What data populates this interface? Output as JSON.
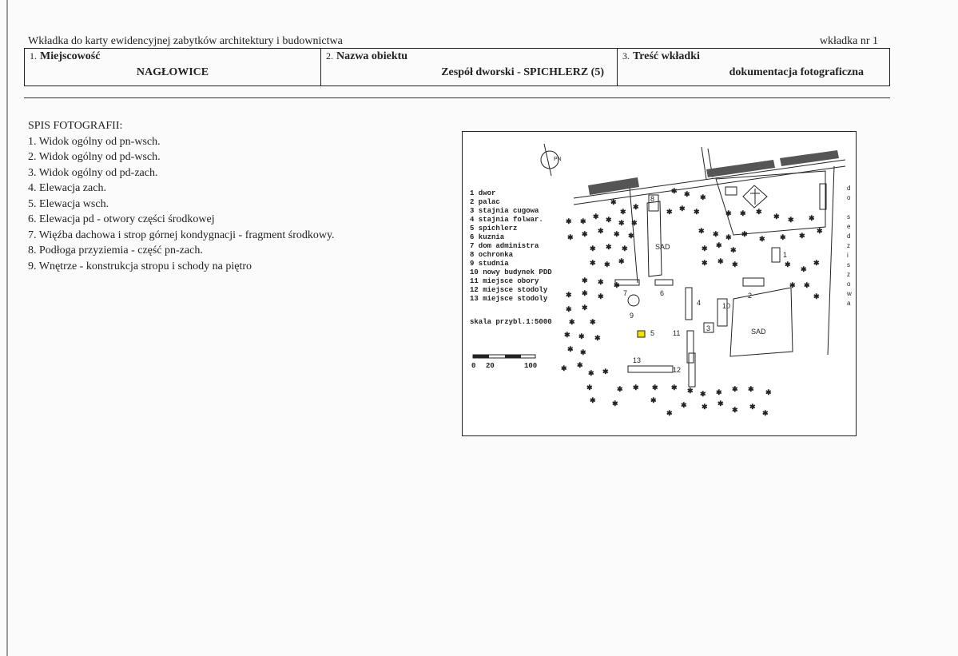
{
  "header": {
    "left": "Wkładka do karty ewidencyjnej  zabytków architektury i budownictwa",
    "right": "wkładka nr 1"
  },
  "fields": [
    {
      "num": "1.",
      "label": "Miejscowość",
      "value": "NAGŁOWICE"
    },
    {
      "num": "2.",
      "label": "Nazwa obiektu",
      "value": "Zespół dworski - SPICHLERZ (5)"
    },
    {
      "num": "3.",
      "label": "Treść wkładki",
      "value": "dokumentacja fotograficzna"
    }
  ],
  "photo_list": {
    "title": "SPIS FOTOGRAFII:",
    "items": [
      "1. Widok ogólny od pn-wsch.",
      "2. Widok ogólny od pd-wsch.",
      "3. Widok ogólny od  pd-zach.",
      "4.  Elewacja zach.",
      "5. Elewacja wsch.",
      "6. Elewacja pd - otwory części  środkowej",
      "7. Więźba dachowa i strop górnej kondygnacji - fragment środkowy.",
      "8. Podłoga przyziemia - część pn-zach.",
      "9. Wnętrze - konstrukcja stropu i schody na piętro"
    ]
  },
  "map": {
    "north": "PN",
    "legend": [
      "1 dwor",
      "2 palac",
      "3 stajnia cugowa",
      "4 stajnia folwar.",
      "5 spichlerz",
      "6 kuznia",
      "7 dom administra",
      "8 ochronka",
      "9 studnia",
      "10 nowy budynek PDD",
      "11 miejsce obory",
      "12 miejsce stodoly",
      "13 miejsce stodoly"
    ],
    "scale": "skala przybl.1:5000",
    "scale_ticks": [
      "0",
      "20",
      "100"
    ],
    "sad_labels": [
      "SAD",
      "SAD"
    ],
    "road_letters": [
      "d",
      "o",
      "",
      "s",
      "e",
      "d",
      "z",
      "i",
      "s",
      "z",
      "o",
      "w",
      "a"
    ],
    "numbers": [
      "1",
      "2",
      "3",
      "4",
      "5",
      "6",
      "7",
      "8",
      "9",
      "10",
      "11",
      "12",
      "13"
    ],
    "highlight_color": "#f2e200"
  }
}
